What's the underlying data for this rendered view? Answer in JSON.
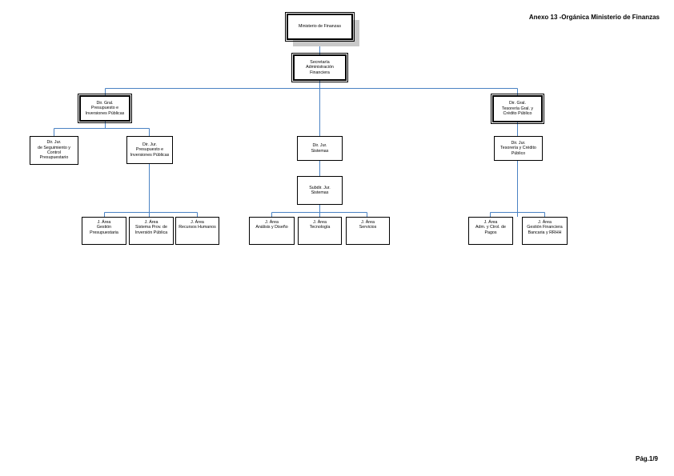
{
  "header": {
    "title": "Anexo 13 -Orgánica Ministerio de Finanzas"
  },
  "footer": {
    "page": "Pág.1/9"
  },
  "colors": {
    "connector": "#4a82c3",
    "border": "#000000",
    "shadow": "#c8c8c8"
  },
  "org": {
    "ministerio": "Ministerio de Finanzas",
    "secretaria": "Secretaría\nAdministración\nFinanciera",
    "dg_presupuesto": "Dir. Gral.\nPresupuesto e\nInversiones Públicas",
    "dg_tesoreria": "Dir. Gral.\nTesorería Gral. y\nCrédito Público",
    "dj_seguimiento": "Dir. Jur.\nde Seguimiento y\nControl\nPresupuestario",
    "dj_presupuesto": "Dir. Jur.\nPresupuesto e\nInversiones Públicas",
    "dj_sistemas": "Dir. Jur.\nSistemas",
    "dj_tesoreria": "Dir. Jur.\nTesorería y Crédito\nPúblico",
    "subdir_sistemas": "Subdir. Jur.\nSistemas",
    "ja_gestion_presupuestaria": "J. Área\nGestión\nPresupuestaria",
    "ja_sistema_inversion": "J. Área\nSistema Prov. de\nInversión Pública",
    "ja_recursos_humanos": "J. Área\nRecursos Humanos",
    "ja_analisis_diseno": "J. Área\nAnálisis y Diseño",
    "ja_tecnologia": "J. Área\nTecnología",
    "ja_servicios": "J. Área\nServicios",
    "ja_adm_pagos": "J. Área\nAdm. y Ctrol. de\nPagos",
    "ja_gestion_financiera": "J. Área\nGestión Financiera\nBancaria y RRHH"
  }
}
